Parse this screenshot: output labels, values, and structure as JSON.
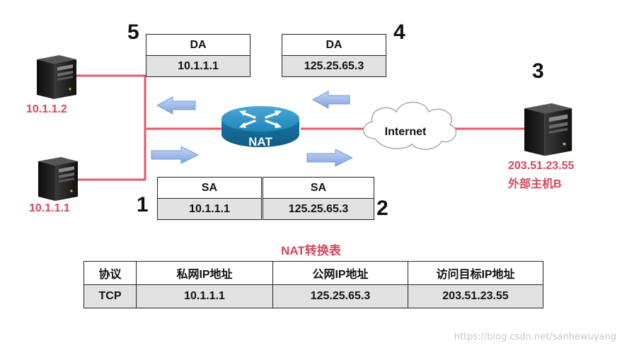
{
  "steps": {
    "s1": "1",
    "s2": "2",
    "s3": "3",
    "s4": "4",
    "s5": "5"
  },
  "packets": {
    "p5": {
      "label": "DA",
      "value": "10.1.1.1"
    },
    "p4": {
      "label": "DA",
      "value": "125.25.65.3"
    },
    "p1": {
      "label": "SA",
      "value": "10.1.1.1"
    },
    "p2": {
      "label": "SA",
      "value": "125.25.65.3"
    }
  },
  "hosts": {
    "top": {
      "ip": "10.1.1.2",
      "icon": "server-icon"
    },
    "bottom": {
      "ip": "10.1.1.1",
      "icon": "server-icon"
    },
    "external": {
      "ip": "203.51.23.55",
      "label": "外部主机B",
      "icon": "server-icon"
    }
  },
  "router": {
    "label": "NAT",
    "icon": "router-icon"
  },
  "cloud": {
    "label": "Internet",
    "icon": "cloud-icon"
  },
  "nat_table": {
    "title": "NAT转换表",
    "headers": [
      "协议",
      "私网IP地址",
      "公网IP地址",
      "访问目标IP地址"
    ],
    "row": [
      "TCP",
      "10.1.1.1",
      "125.25.65.3",
      "203.51.23.55"
    ]
  },
  "watermark": "https://blog.csdn.net/sanhewuyang",
  "colors": {
    "link": "#e05a6a",
    "host_label": "#d9455a",
    "router": "#1f86b8",
    "arrow": "#8fb2e8",
    "cell_gray": "#e2e2e2"
  }
}
